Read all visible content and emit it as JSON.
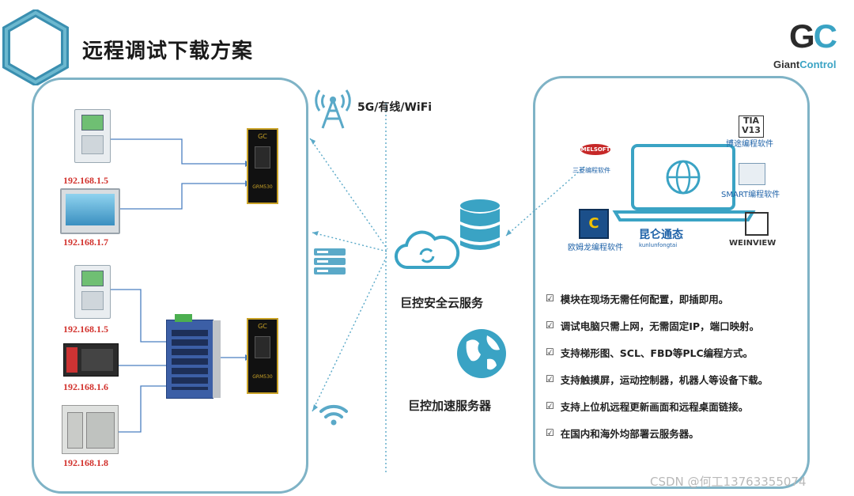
{
  "title": "远程调试下载方案",
  "logo": {
    "mark_g": "G",
    "mark_c": "C",
    "name_1": "Giant",
    "name_2": "Control"
  },
  "colors": {
    "accent": "#3aa3c4",
    "panel_border": "#7fb3c6",
    "ip_red": "#d2322d",
    "link_blue": "#4a7fc1"
  },
  "left_panel": {
    "group1": {
      "ips": [
        "192.168.1.5",
        "192.168.1.7"
      ],
      "module_label": "GRM530",
      "module_badge": "GC"
    },
    "group2": {
      "ips": [
        "192.168.1.5",
        "192.168.1.6",
        "192.168.1.8"
      ],
      "module_label": "GRM530",
      "module_badge": "GC"
    }
  },
  "network": {
    "link_label": "5G/有线/WiFi",
    "cloud_label": "巨控安全云服务",
    "accel_label": "巨控加速服务器"
  },
  "software": {
    "melsoft_logo": "MELSOFT",
    "melsoft": "三菱编程软件",
    "tia_logo_1": "TIA",
    "tia_logo_2": "V13",
    "tia": "博途编程软件",
    "smart": "SMART编程软件",
    "omron": "欧姆龙编程软件",
    "kunlun_name": "昆仑通态",
    "kunlun_sub": "kunlunfongtai",
    "weinview": "WEINVIEW"
  },
  "features": [
    "模块在现场无需任何配置，即插即用。",
    "调试电脑只需上网，无需固定IP，端口映射。",
    "支持梯形图、SCL、FBD等PLC编程方式。",
    "支持触摸屏，运动控制器，机器人等设备下载。",
    "支持上位机远程更新画面和远程桌面链接。",
    "在国内和海外均部署云服务器。"
  ],
  "check_glyph": "☑",
  "watermark": "CSDN @何工13763355074"
}
